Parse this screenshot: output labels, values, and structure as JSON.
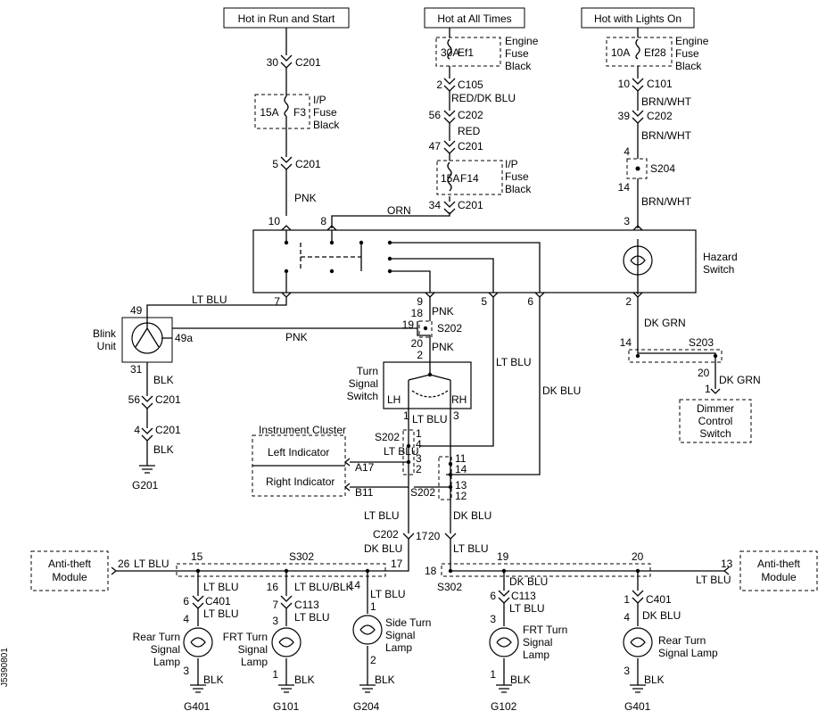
{
  "power": {
    "run_start": "Hot in Run and Start",
    "all_times": "Hot at All Times",
    "lights_on": "Hot with Lights On"
  },
  "fuses": {
    "ef1": {
      "amp": "30A",
      "id": "Ef1",
      "desc1": "Engine",
      "desc2": "Fuse",
      "desc3": "Black"
    },
    "ef28": {
      "amp": "10A",
      "id": "Ef28",
      "desc1": "Engine",
      "desc2": "Fuse",
      "desc3": "Black"
    },
    "f3": {
      "amp": "15A",
      "id": "F3",
      "desc1": "I/P",
      "desc2": "Fuse",
      "desc3": "Black"
    },
    "f14": {
      "amp": "15A",
      "id": "F14",
      "desc1": "I/P",
      "desc2": "Fuse",
      "desc3": "Black"
    }
  },
  "connectors": {
    "c201": "C201",
    "c105": "C105",
    "c202": "C202",
    "c101": "C101",
    "c401": "C401",
    "c113": "C113",
    "s204": "S204",
    "s202": "S202",
    "s203": "S203",
    "s302": "S302"
  },
  "pins": {
    "p30": "30",
    "p2": "2",
    "p56": "56",
    "p47": "47",
    "p34": "34",
    "p5": "5",
    "p10": "10",
    "p39": "39",
    "p4": "4",
    "p14": "14",
    "p10b": "10",
    "p8": "8",
    "p3": "3",
    "p7": "7",
    "p9": "9",
    "p5b": "5",
    "p6": "6",
    "p2b": "2",
    "p49": "49",
    "p49a": "49a",
    "p31": "31",
    "p18": "18",
    "p19": "19",
    "p20": "20",
    "p2c": "2",
    "p1": "1",
    "p3b": "3",
    "p56b": "56",
    "p4b": "4",
    "p14b": "14",
    "p20b": "20",
    "p1b": "1"
  },
  "wires": {
    "pnk": "PNK",
    "red_dk_blu": "RED/DK BLU",
    "red": "RED",
    "brn_wht": "BRN/WHT",
    "orn": "ORN",
    "lt_blu": "LT BLU",
    "dk_grn": "DK GRN",
    "blk": "BLK",
    "dk_blu": "DK BLU",
    "lt_blu_blk": "LT BLU/BLK"
  },
  "components": {
    "hazard1": "Hazard",
    "hazard2": "Switch",
    "blink1": "Blink",
    "blink2": "Unit",
    "turn1": "Turn",
    "turn2": "Signal",
    "turn3": "Switch",
    "lh": "LH",
    "rh": "RH",
    "dimmer1": "Dimmer",
    "dimmer2": "Control",
    "dimmer3": "Switch",
    "cluster": "Instrument Cluster",
    "left_ind": "Left Indicator",
    "right_ind": "Right Indicator",
    "a17": "A17",
    "b11": "B11",
    "antitheft1": "Anti-theft",
    "antitheft2": "Module",
    "rear1": "Rear Turn",
    "rear2": "Signal",
    "rear3": "Lamp",
    "frt1": "FRT Turn",
    "frt2": "Signal",
    "frt3": "Lamp",
    "side1": "Side Turn",
    "side2": "Signal",
    "side3": "Lamp",
    "rear_r3": "Signal Lamp"
  },
  "grounds": {
    "g201": "G201",
    "g401": "G401",
    "g101": "G101",
    "g204": "G204",
    "g102": "G102"
  },
  "s202_pins": {
    "a1": "1",
    "a4": "4",
    "a3": "3",
    "a2": "2",
    "b11": "11",
    "b14": "14",
    "b13": "13",
    "b12": "12"
  },
  "s302_pins": {
    "p15": "15",
    "p16": "16",
    "p14": "14",
    "p17": "17",
    "p26": "26",
    "p19": "19",
    "p20": "20",
    "p18": "18",
    "p13": "13",
    "p6": "6",
    "p7": "7",
    "p4": "4",
    "p3": "3",
    "p1": "1",
    "p2": "2"
  },
  "side_code": "J5390801"
}
